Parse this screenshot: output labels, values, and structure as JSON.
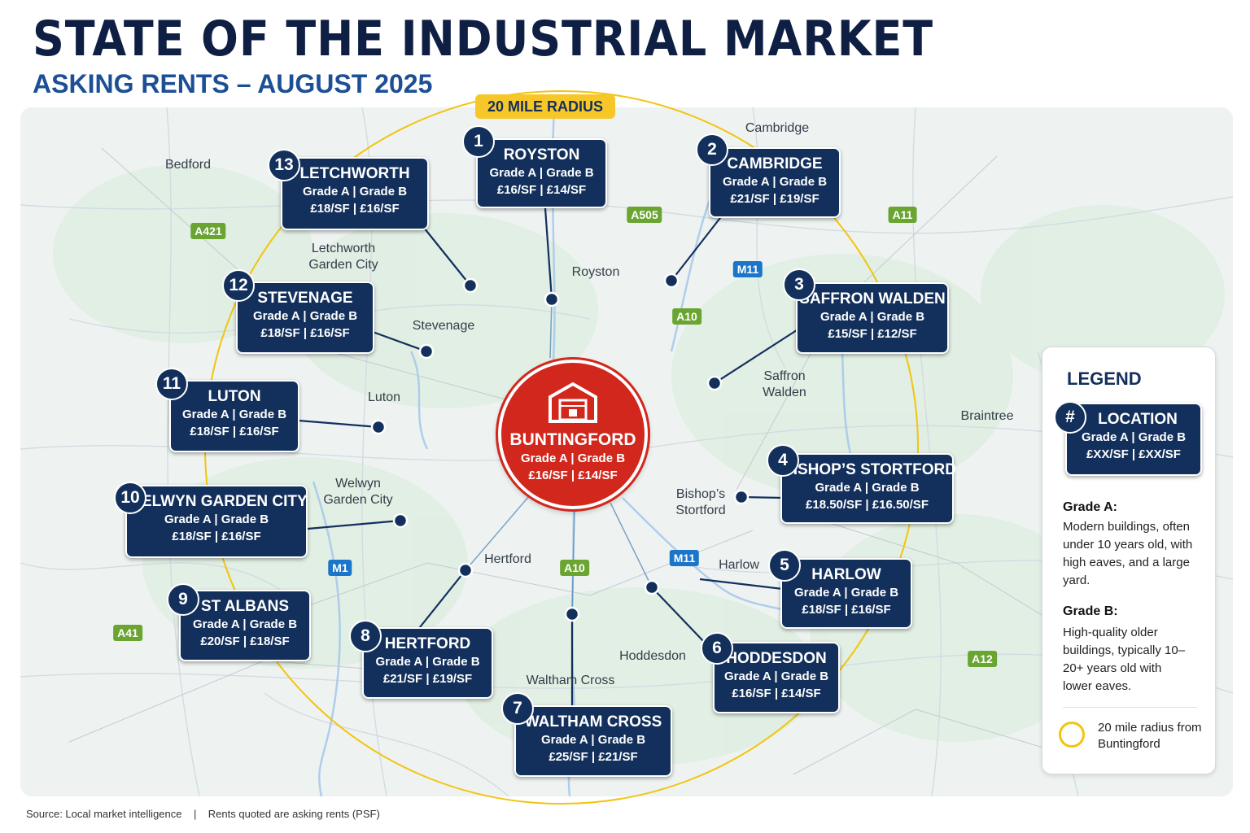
{
  "header": {
    "title": "STATE OF THE INDUSTRIAL MARKET",
    "subtitle": "ASKING RENTS – AUGUST 2025"
  },
  "map": {
    "radius_label": "20 MILE RADIUS",
    "colors": {
      "ring": "#f2c40f",
      "box": "#13305c",
      "center": "#d2271d",
      "road_a": "#6aa532",
      "road_m": "#1b76c9"
    },
    "places": [
      "Bedford",
      "Cambridge",
      "Letchworth\nGarden City",
      "Royston",
      "Stevenage",
      "Luton",
      "Saffron\nWalden",
      "Braintree",
      "Welwyn\nGarden City",
      "Bishop’s\nStortford",
      "Hertford",
      "Harlow",
      "Hoddesdon",
      "Waltham Cross"
    ],
    "roads": [
      "A421",
      "A505",
      "A11",
      "M11",
      "A10",
      "M1",
      "A10",
      "M11",
      "A41",
      "A12"
    ],
    "center": {
      "name": "BUNTINGFORD",
      "grades": "Grade A | Grade B",
      "rents": "£16/SF  |  £14/SF",
      "icon": "warehouse-icon"
    },
    "locations": [
      {
        "num": "1",
        "name": "ROYSTON",
        "grades": "Grade A | Grade B",
        "rents": "£16/SF  |  £14/SF"
      },
      {
        "num": "2",
        "name": "CAMBRIDGE",
        "grades": "Grade A | Grade B",
        "rents": "£21/SF  |  £19/SF"
      },
      {
        "num": "3",
        "name": "SAFFRON WALDEN",
        "grades": "Grade A | Grade B",
        "rents": "£15/SF  |  £12/SF"
      },
      {
        "num": "4",
        "name": "BISHOP’S STORTFORD",
        "grades": "Grade A | Grade B",
        "rents": "£18.50/SF  |  £16.50/SF"
      },
      {
        "num": "5",
        "name": "HARLOW",
        "grades": "Grade A | Grade B",
        "rents": "£18/SF  |  £16/SF"
      },
      {
        "num": "6",
        "name": "HODDESDON",
        "grades": "Grade A | Grade B",
        "rents": "£16/SF  |  £14/SF"
      },
      {
        "num": "7",
        "name": "WALTHAM CROSS",
        "grades": "Grade A | Grade B",
        "rents": "£25/SF  |  £21/SF"
      },
      {
        "num": "8",
        "name": "HERTFORD",
        "grades": "Grade A | Grade B",
        "rents": "£21/SF  |  £19/SF"
      },
      {
        "num": "9",
        "name": "ST ALBANS",
        "grades": "Grade A | Grade B",
        "rents": "£20/SF  |  £18/SF"
      },
      {
        "num": "10",
        "name": "WELWYN GARDEN CITY",
        "grades": "Grade A | Grade B",
        "rents": "£18/SF  |  £16/SF"
      },
      {
        "num": "11",
        "name": "LUTON",
        "grades": "Grade A | Grade B",
        "rents": "£18/SF  |  £16/SF"
      },
      {
        "num": "12",
        "name": "STEVENAGE",
        "grades": "Grade A | Grade B",
        "rents": "£18/SF  |  £16/SF"
      },
      {
        "num": "13",
        "name": "LETCHWORTH",
        "grades": "Grade A | Grade B",
        "rents": "£18/SF  |  £16/SF"
      }
    ]
  },
  "legend": {
    "title": "LEGEND",
    "sample": {
      "num": "#",
      "name": "LOCATION",
      "grades": "Grade A | Grade B",
      "rents": "£XX/SF  |  £XX/SF"
    },
    "grade_a_heading": "Grade A:",
    "grade_a_text": "Modern buildings, often under 10 years old, with high eaves, and a large yard.",
    "grade_b_heading": "Grade B:",
    "grade_b_text": "High-quality older buildings, typically 10–20+ years old with lower eaves.",
    "radius_text": "20 mile radius from Buntingford"
  },
  "footer": {
    "source": "Source: Local market intelligence",
    "separator": "|",
    "note": "Rents quoted are asking rents (PSF)"
  }
}
